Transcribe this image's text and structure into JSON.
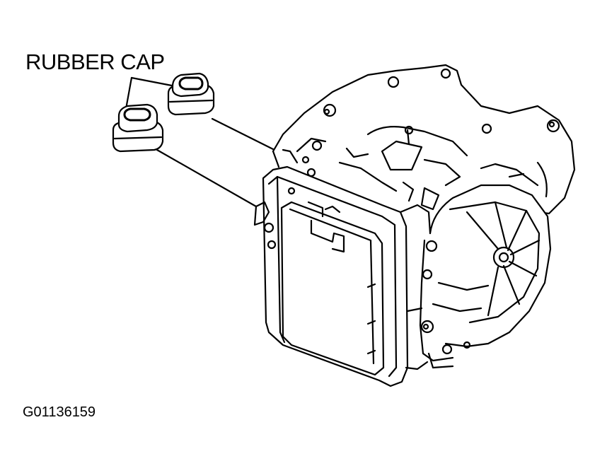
{
  "diagram": {
    "callout_label": "RUBBER CAP",
    "figure_id": "G01136159",
    "parts": [
      {
        "name": "rubber-cap-upper",
        "icon": "rubber-cap-icon"
      },
      {
        "name": "rubber-cap-lower",
        "icon": "rubber-cap-icon"
      },
      {
        "name": "transaxle-assembly",
        "icon": "transaxle-icon"
      }
    ],
    "colors": {
      "line": "#000000",
      "background": "#ffffff"
    }
  }
}
